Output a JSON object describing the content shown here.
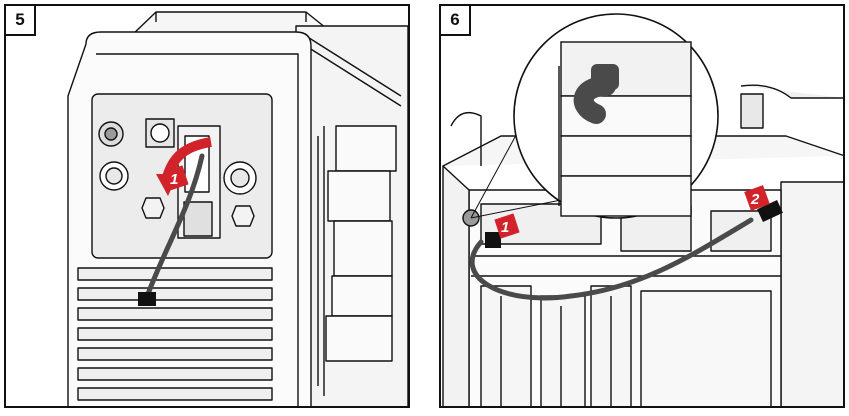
{
  "panels": [
    {
      "step": "5",
      "callouts": [
        "1"
      ]
    },
    {
      "step": "6",
      "callouts": [
        "1",
        "2"
      ]
    }
  ],
  "colors": {
    "callout": "#d2232a",
    "outline": "#111111",
    "cable": "#4a4a4a",
    "panel_fill": "#ececec"
  }
}
